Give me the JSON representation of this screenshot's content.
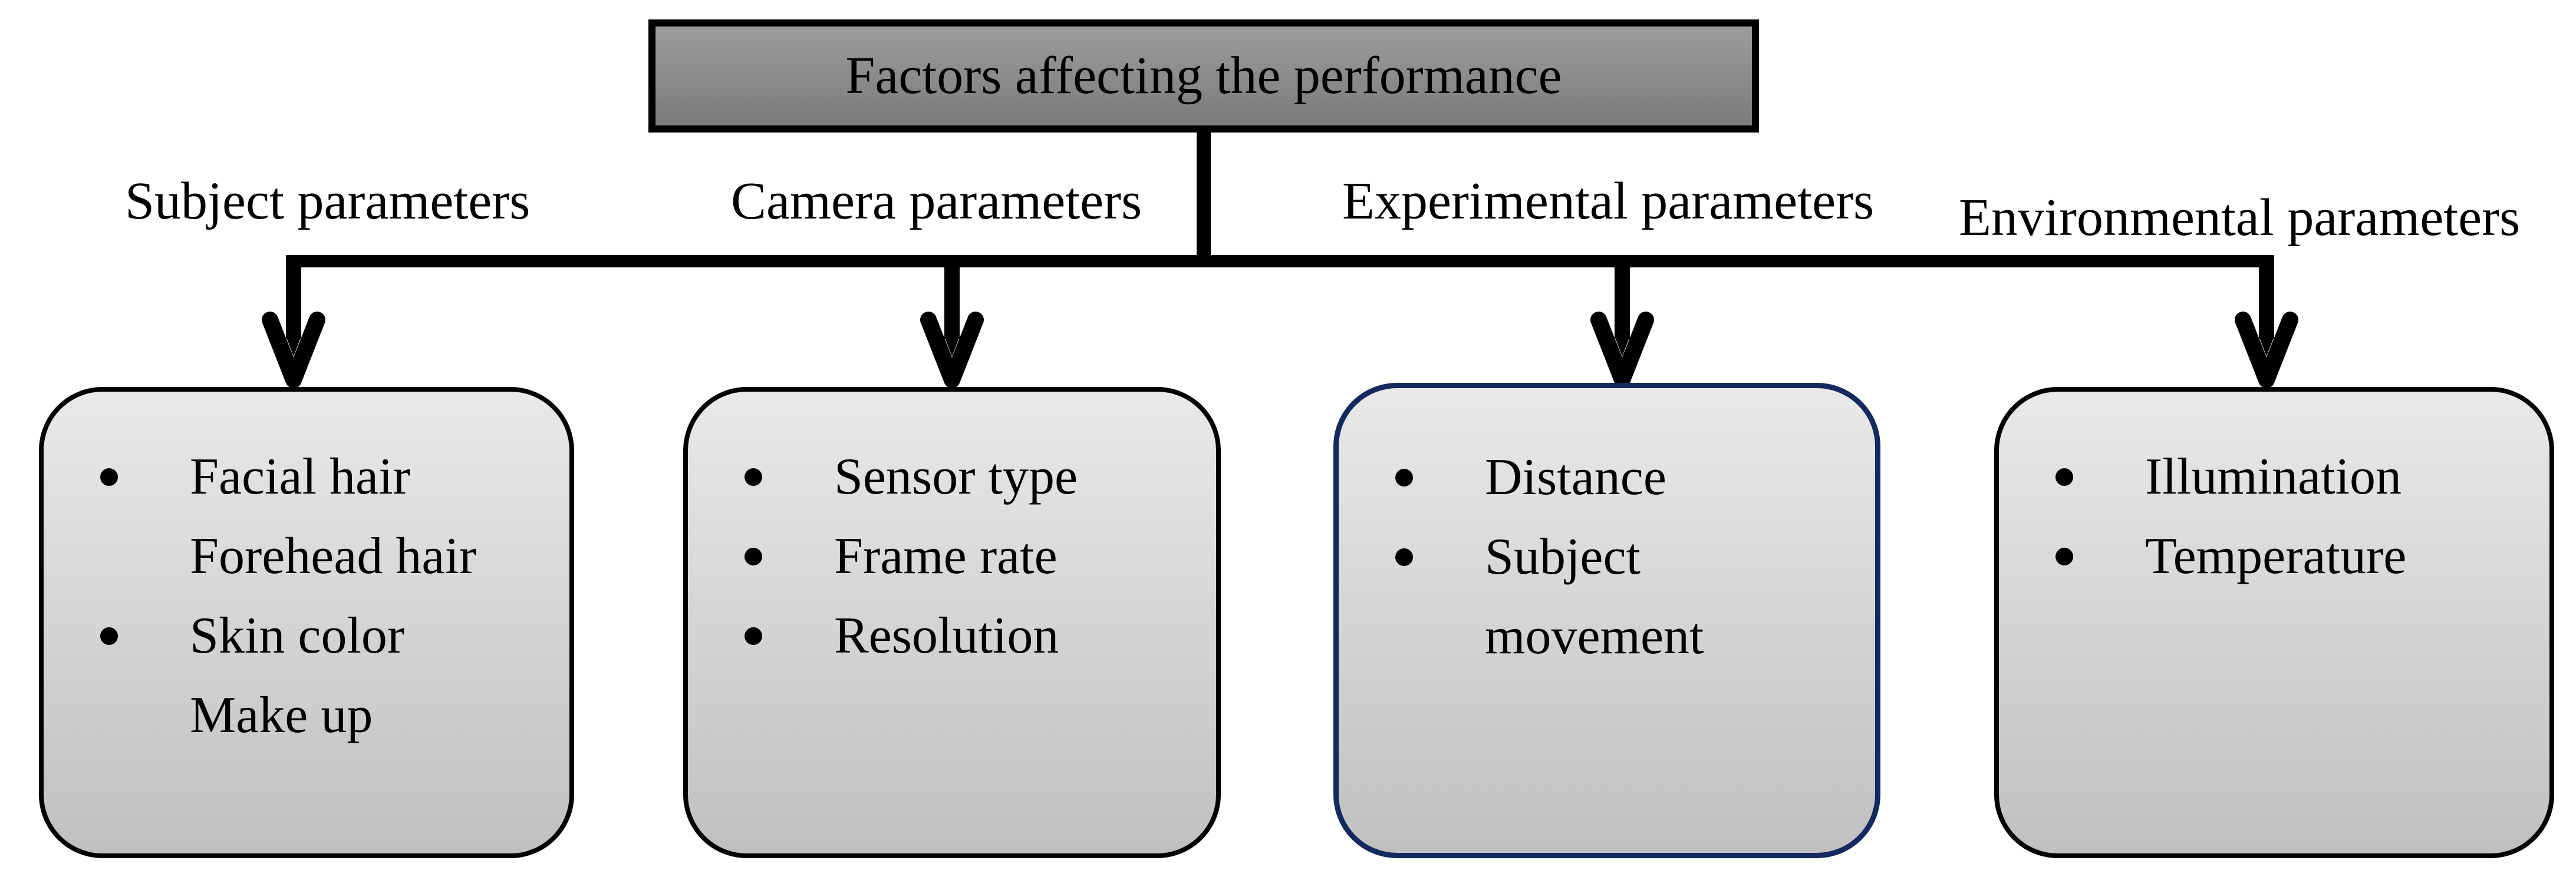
{
  "title": {
    "text": "Factors affecting the performance"
  },
  "branches": [
    {
      "label": "Subject parameters",
      "items": [
        {
          "text": "Facial hair",
          "bullet": true
        },
        {
          "text": "Forehead hair",
          "bullet": false
        },
        {
          "text": "Skin color",
          "bullet": true
        },
        {
          "text": "Make up",
          "bullet": false
        }
      ]
    },
    {
      "label": "Camera parameters",
      "items": [
        {
          "text": "Sensor type",
          "bullet": true
        },
        {
          "text": "Frame rate",
          "bullet": true
        },
        {
          "text": "Resolution",
          "bullet": true
        }
      ]
    },
    {
      "label": "Experimental parameters",
      "items": [
        {
          "text": "Distance",
          "bullet": true
        },
        {
          "text": "Subject",
          "bullet": true
        },
        {
          "text": "movement",
          "bullet": false
        }
      ]
    },
    {
      "label": "Environmental parameters",
      "items": [
        {
          "text": "Illumination",
          "bullet": true
        },
        {
          "text": "Temperature",
          "bullet": true
        }
      ]
    }
  ],
  "colors": {
    "title_fill_top": "#9c9c9c",
    "title_fill_bottom": "#7b7b7b",
    "title_border": "#000000",
    "connector": "#000000",
    "box_fill_top": "#e9e9e9",
    "box_fill_bottom": "#c0c0c0",
    "box_border": "#000000",
    "experimental_box_border": "#14295e",
    "text": "#000000"
  }
}
